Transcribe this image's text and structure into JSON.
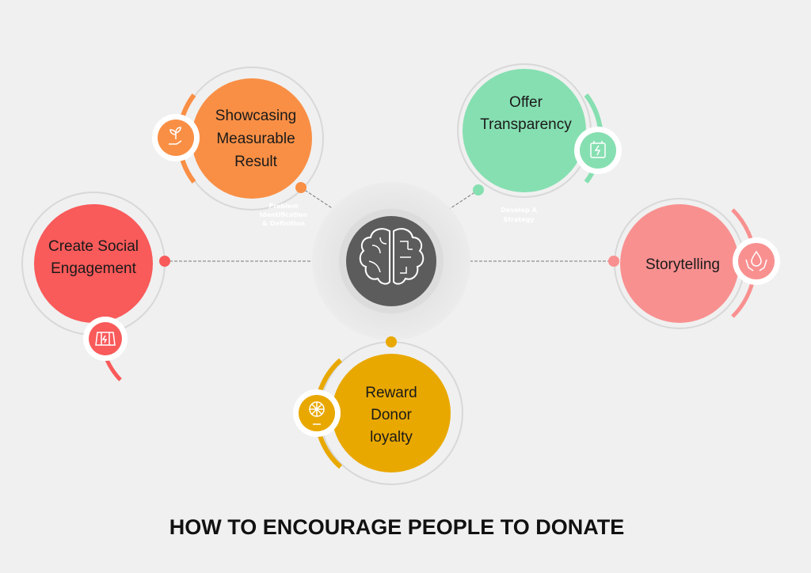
{
  "title": "HOW TO ENCOURAGE PEOPLE TO DONATE",
  "center": {
    "icon": "brain-circuit-icon",
    "color": "#5c5c5c"
  },
  "nodes": {
    "showcasing": {
      "lines": [
        "Showcasing",
        "Measurable",
        "Result"
      ],
      "color": "#f98f45",
      "icon": "plant-in-hand-icon",
      "sublabel": [
        "Problem",
        "Identification",
        "& Definition"
      ]
    },
    "transparency": {
      "lines": [
        "Offer",
        "Transparency"
      ],
      "color": "#86dfb1",
      "icon": "battery-icon",
      "sublabel": [
        "Develop A",
        "Strategy"
      ]
    },
    "social": {
      "lines": [
        "Create Social",
        "Engagement"
      ],
      "color": "#f95a5a",
      "icon": "map-icon"
    },
    "storytelling": {
      "lines": [
        "Storytelling"
      ],
      "color": "#f99090",
      "icon": "hands-drop-icon"
    },
    "reward": {
      "lines": [
        "Reward",
        "Donor",
        "loyalty"
      ],
      "color": "#e9a800",
      "icon": "windmill-icon"
    }
  }
}
